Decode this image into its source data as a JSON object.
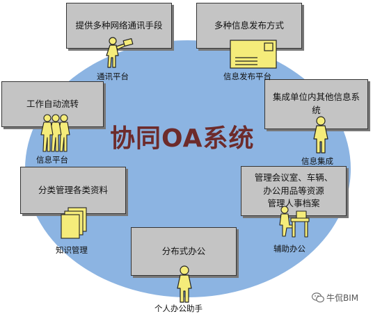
{
  "title": "协同OA系统",
  "boxes": {
    "comm": "提供多种网络通讯手段",
    "publish": "多种信息发布方式",
    "workflow": "工作自动流转",
    "integrate_1": "集成单位内其他信息系",
    "integrate_2": "统",
    "classify": "分类管理各类资料",
    "office_1": "管理会议室、车辆、",
    "office_2": "办公用品等资源",
    "office_3": "管理人事档案",
    "distributed": "分布式办公"
  },
  "labels": {
    "comm": "通讯平台",
    "publish": "信息发布平台",
    "info": "信息平台",
    "integrate": "信息集成",
    "knowledge": "知识管理",
    "assist": "辅助办公",
    "personal": "个人办公助手"
  },
  "watermark": "牛侃BIM",
  "icons": [
    "person-phone-icon",
    "envelope-icon",
    "people-group-icon",
    "person-icon",
    "documents-icon",
    "person-desk-icon",
    "person-icon",
    "wechat-icon"
  ],
  "colors": {
    "ellipse": "#8cb4e2",
    "title": "#6d2b2b",
    "box": "#c4c4c4",
    "figure": "#f5ec7a"
  }
}
